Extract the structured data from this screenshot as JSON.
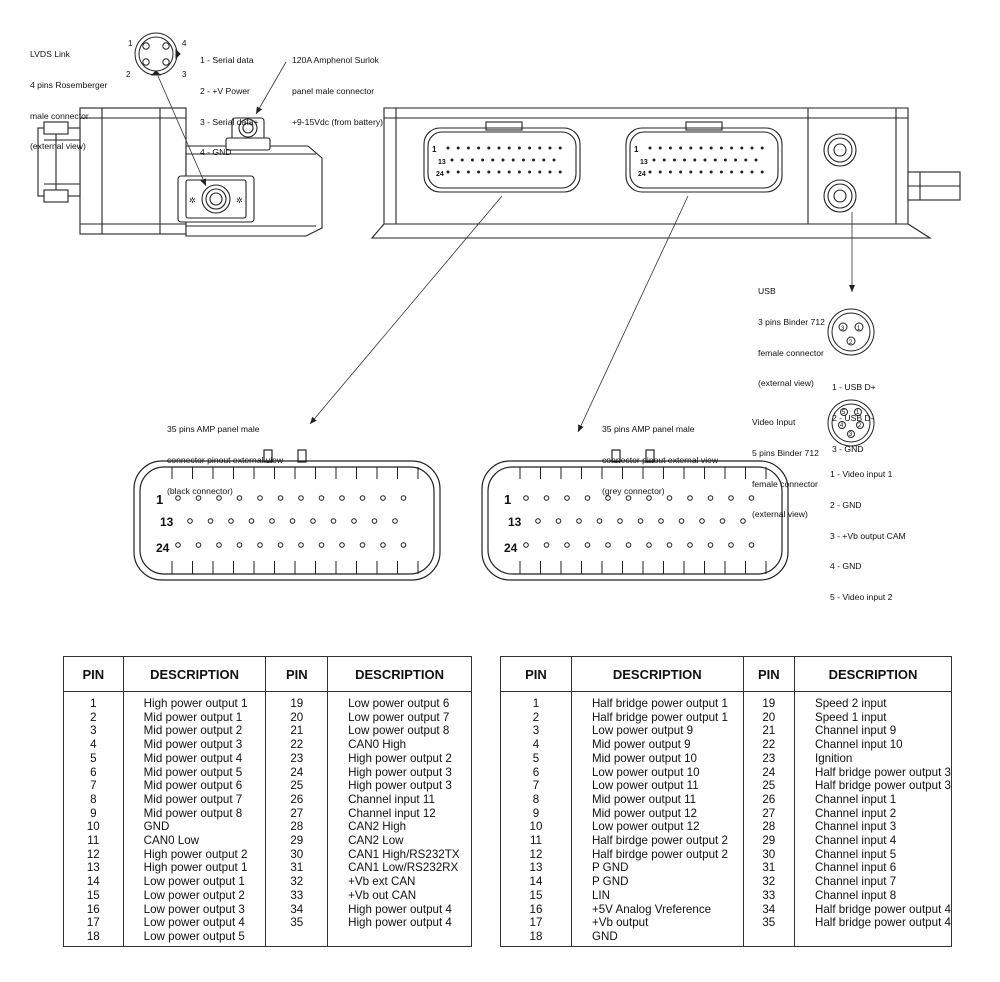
{
  "labels": {
    "lvds": [
      "LVDS Link",
      "4 pins Rosemberger",
      "male connector",
      "(external view)"
    ],
    "lvds_pins": [
      "1 - Serial data",
      "2 - +V Power",
      "3 - Serial data+",
      "4 - GND"
    ],
    "power": [
      "120A Amphenol Surlok",
      "panel male connector",
      "+9-15Vdc (from battery)"
    ],
    "usb": [
      "USB",
      "3 pins Binder 712",
      "female connector",
      "(external view)"
    ],
    "usb_pins": [
      "1 - USB D+",
      "2 - USB D-",
      "3 - GND"
    ],
    "video": [
      "Video Input",
      "5 pins Binder 712",
      "female connector",
      "(external view)"
    ],
    "video_pins": [
      "1 - Video input 1",
      "2 - GND",
      "3 - +Vb output CAM",
      "4 - GND",
      "5 - Video input 2"
    ],
    "amp_black": [
      "35 pins AMP panel male",
      "connector pinout external view",
      "(black connector)"
    ],
    "amp_grey": [
      "35 pins AMP panel male",
      "connector pinout external view",
      "(grey connector)"
    ],
    "pin_marks": [
      "1",
      "13",
      "24"
    ],
    "lvds_pin_numbers": [
      "1",
      "2",
      "3",
      "4"
    ],
    "usb_pin_numbers": [
      "1",
      "2",
      "3"
    ],
    "video_pin_numbers": [
      "1",
      "2",
      "3",
      "4",
      "5"
    ]
  },
  "tables": [
    {
      "headers": [
        "PIN",
        "DESCRIPTION",
        "PIN",
        "DESCRIPTION"
      ],
      "rows": [
        [
          "1",
          "High power output 1",
          "19",
          "Low power output 6"
        ],
        [
          "2",
          "Mid power output 1",
          "20",
          "Low power output 7"
        ],
        [
          "3",
          "Mid power output 2",
          "21",
          "Low power output 8"
        ],
        [
          "4",
          "Mid power output 3",
          "22",
          "CAN0 High"
        ],
        [
          "5",
          "Mid power output 4",
          "23",
          "High power output 2"
        ],
        [
          "6",
          "Mid power output 5",
          "24",
          "High power output 3"
        ],
        [
          "7",
          "Mid power output 6",
          "25",
          "High power output 3"
        ],
        [
          "8",
          "Mid power output 7",
          "26",
          "Channel input 11"
        ],
        [
          "9",
          "Mid power output 8",
          "27",
          "Channel input 12"
        ],
        [
          "10",
          "GND",
          "28",
          "CAN2 High"
        ],
        [
          "11",
          "CAN0 Low",
          "29",
          "CAN2 Low"
        ],
        [
          "12",
          "High power output 2",
          "30",
          "CAN1 High/RS232TX"
        ],
        [
          "13",
          "High power output 1",
          "31",
          "CAN1 Low/RS232RX"
        ],
        [
          "14",
          "Low power output 1",
          "32",
          "+Vb ext CAN"
        ],
        [
          "15",
          "Low power output 2",
          "33",
          "+Vb out CAN"
        ],
        [
          "16",
          "Low power output 3",
          "34",
          "High power output 4"
        ],
        [
          "17",
          "Low power output 4",
          "35",
          "High power output 4"
        ],
        [
          "18",
          "Low power output 5",
          "",
          ""
        ]
      ]
    },
    {
      "headers": [
        "PIN",
        "DESCRIPTION",
        "PIN",
        "DESCRIPTION"
      ],
      "rows": [
        [
          "1",
          "Half bridge power output 1",
          "19",
          "Speed 2 input"
        ],
        [
          "2",
          "Half bridge power output 1",
          "20",
          "Speed 1 input"
        ],
        [
          "3",
          "Low power output 9",
          "21",
          "Channel input 9"
        ],
        [
          "4",
          "Mid power output 9",
          "22",
          "Channel input 10"
        ],
        [
          "5",
          "Mid power output 10",
          "23",
          "Ignition"
        ],
        [
          "6",
          "Low power output 10",
          "24",
          "Half bridge power output 3"
        ],
        [
          "7",
          "Low power output 11",
          "25",
          "Half bridge power output 3"
        ],
        [
          "8",
          "Mid power output 11",
          "26",
          "Channel input 1"
        ],
        [
          "9",
          "Mid power output 12",
          "27",
          "Channel input 2"
        ],
        [
          "10",
          "Low power output 12",
          "28",
          "Channel input 3"
        ],
        [
          "11",
          "Half birdge power output 2",
          "29",
          "Channel input 4"
        ],
        [
          "12",
          "Half birdge power output 2",
          "30",
          "Channel input 5"
        ],
        [
          "13",
          "P GND",
          "31",
          "Channel input 6"
        ],
        [
          "14",
          "P GND",
          "32",
          "Channel input 7"
        ],
        [
          "15",
          "LIN",
          "33",
          "Channel input 8"
        ],
        [
          "16",
          "+5V Analog Vreference",
          "34",
          "Half bridge power output 4"
        ],
        [
          "17",
          "+Vb output",
          "35",
          "Half bridge power output 4"
        ],
        [
          "18",
          "GND",
          "",
          ""
        ]
      ]
    }
  ]
}
